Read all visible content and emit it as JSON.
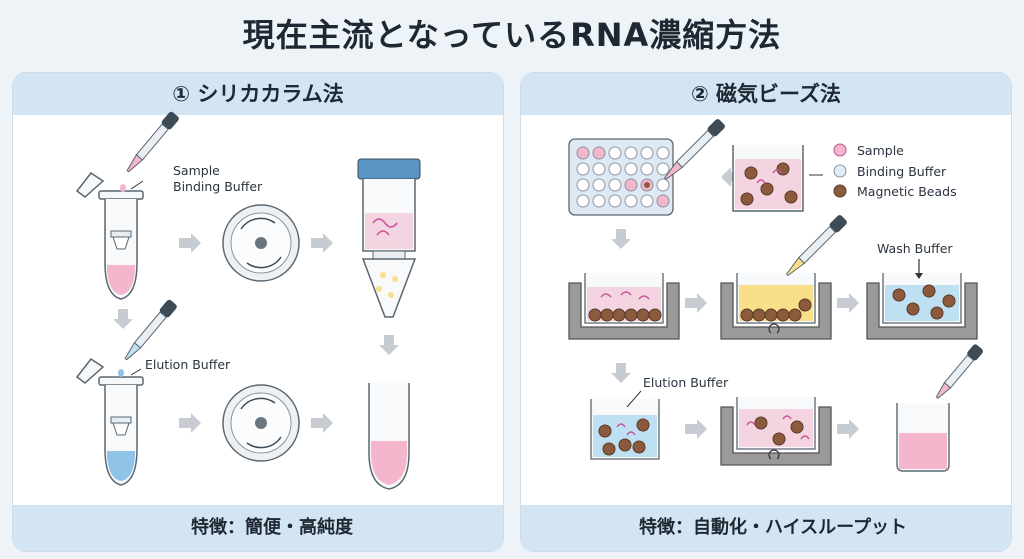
{
  "title": "現在主流となっているRNA濃縮方法",
  "left_panel": {
    "header": "① シリカカラム法",
    "label_sample": "Sample",
    "label_binding": "Binding Buffer",
    "label_elution": "Elution Buffer",
    "footer": "特徴：簡便・高純度"
  },
  "right_panel": {
    "header": "② 磁気ビーズ法",
    "legend": [
      "Sample",
      "Binding Buffer",
      "Magnetic Beads"
    ],
    "label_wash": "Wash Buffer",
    "label_elution": "Elution Buffer",
    "footer": "特徴：自動化・ハイスループット"
  },
  "colors": {
    "header_bg": "#d3e5f2",
    "pink": "#f4b6cc",
    "blue": "#bfe0f2",
    "yellow": "#f8e08a",
    "bead": "#8b5a3c",
    "magnet": "#8d8d8d",
    "arrow": "#c7ccd2"
  }
}
